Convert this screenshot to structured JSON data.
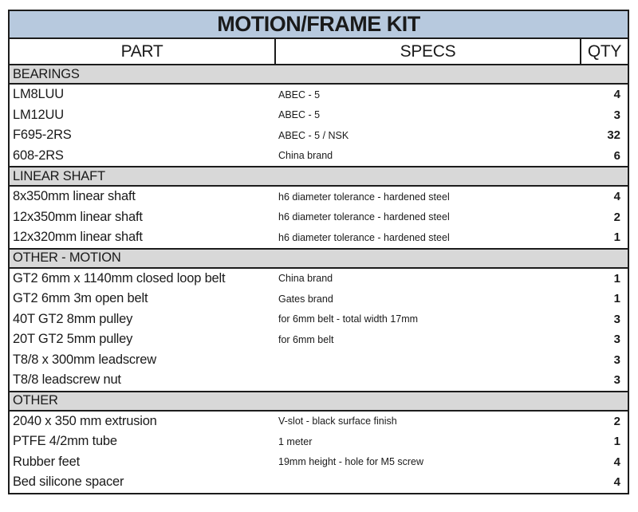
{
  "title": "MOTION/FRAME KIT",
  "columns": [
    "PART",
    "SPECS",
    "QTY"
  ],
  "sections": [
    {
      "name": "BEARINGS",
      "rows": [
        {
          "part": "LM8LUU",
          "specs": "ABEC - 5",
          "qty": "4"
        },
        {
          "part": "LM12UU",
          "specs": "ABEC - 5",
          "qty": "3"
        },
        {
          "part": "F695-2RS",
          "specs": "ABEC - 5 / NSK",
          "qty": "32"
        },
        {
          "part": "608-2RS",
          "specs": "China brand",
          "qty": "6"
        }
      ]
    },
    {
      "name": "LINEAR SHAFT",
      "rows": [
        {
          "part": "8x350mm linear shaft",
          "specs": "h6 diameter tolerance - hardened steel",
          "qty": "4"
        },
        {
          "part": "12x350mm linear shaft",
          "specs": "h6 diameter tolerance - hardened steel",
          "qty": "2"
        },
        {
          "part": "12x320mm linear shaft",
          "specs": "h6 diameter tolerance - hardened steel",
          "qty": "1"
        }
      ]
    },
    {
      "name": "OTHER - MOTION",
      "rows": [
        {
          "part": "GT2 6mm x 1140mm closed loop belt",
          "specs": "China brand",
          "qty": "1"
        },
        {
          "part": "GT2 6mm 3m open belt",
          "specs": "Gates brand",
          "qty": "1"
        },
        {
          "part": "40T GT2 8mm pulley",
          "specs": "for 6mm belt - total width 17mm",
          "qty": "3"
        },
        {
          "part": "20T GT2 5mm pulley",
          "specs": "for 6mm belt",
          "qty": "3"
        },
        {
          "part": "T8/8 x 300mm leadscrew",
          "specs": "",
          "qty": "3"
        },
        {
          "part": "T8/8 leadscrew nut",
          "specs": "",
          "qty": "3"
        }
      ]
    },
    {
      "name": "OTHER",
      "rows": [
        {
          "part": "2040 x 350 mm extrusion",
          "specs": "V-slot - black surface finish",
          "qty": "2"
        },
        {
          "part": "PTFE 4/2mm tube",
          "specs": "1 meter",
          "qty": "1"
        },
        {
          "part": "Rubber feet",
          "specs": "19mm height - hole for M5 screw",
          "qty": "4"
        },
        {
          "part": "Bed silicone spacer",
          "specs": "",
          "qty": "4"
        }
      ]
    }
  ],
  "colors": {
    "title_bg": "#b7c9de",
    "section_bg": "#d8d8d8",
    "border": "#1c1c1c",
    "text": "#1a1a1a"
  }
}
